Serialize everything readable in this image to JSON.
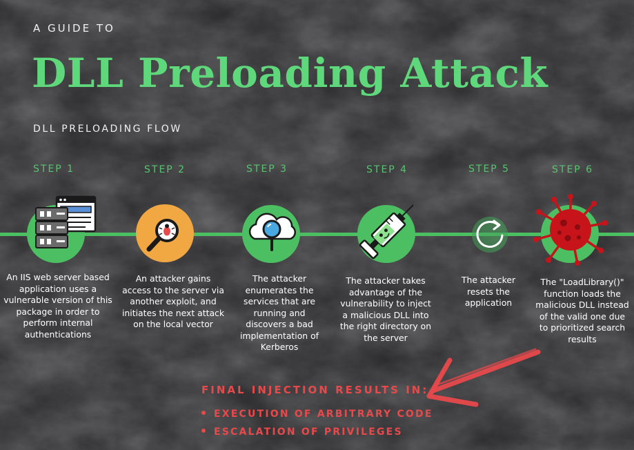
{
  "header": {
    "kicker": "A GUIDE TO",
    "title": "DLL Preloading Attack",
    "subtitle": "DLL PRELOADING FLOW"
  },
  "steps": [
    {
      "label": "STEP 1",
      "icon": "server-window-icon",
      "text": "An IIS web server based application uses a vulnerable version of this package in order to perform internal authentications"
    },
    {
      "label": "STEP 2",
      "icon": "bug-magnifier-icon",
      "text": "An attacker gains access to the server via another exploit, and initiates the next attack on the local vector"
    },
    {
      "label": "STEP 3",
      "icon": "cloud-search-icon",
      "text": "The attacker enumerates the services that are running and discovers a bad implementation of Kerberos"
    },
    {
      "label": "STEP 4",
      "icon": "syringe-icon",
      "text": "The attacker takes advantage of the vulnerability to inject a malicious DLL into the right directory on the server"
    },
    {
      "label": "STEP 5",
      "icon": "reset-icon",
      "text": "The attacker resets the application"
    },
    {
      "label": "STEP 6",
      "icon": "virus-icon",
      "text": "The \"LoadLibrary()\" function loads the malicious DLL instead of the valid one due to prioritized search results"
    }
  ],
  "final": {
    "heading": "FINAL INJECTION RESULTS IN:",
    "items": [
      "EXECUTION OF ARBITRARY CODE",
      "ESCALATION OF PRIVILEGES"
    ]
  },
  "colors": {
    "accent_green": "#4cbf63",
    "title_green": "#5fd87c",
    "alert_red": "#e8494b",
    "background": "#2b2b2d"
  }
}
